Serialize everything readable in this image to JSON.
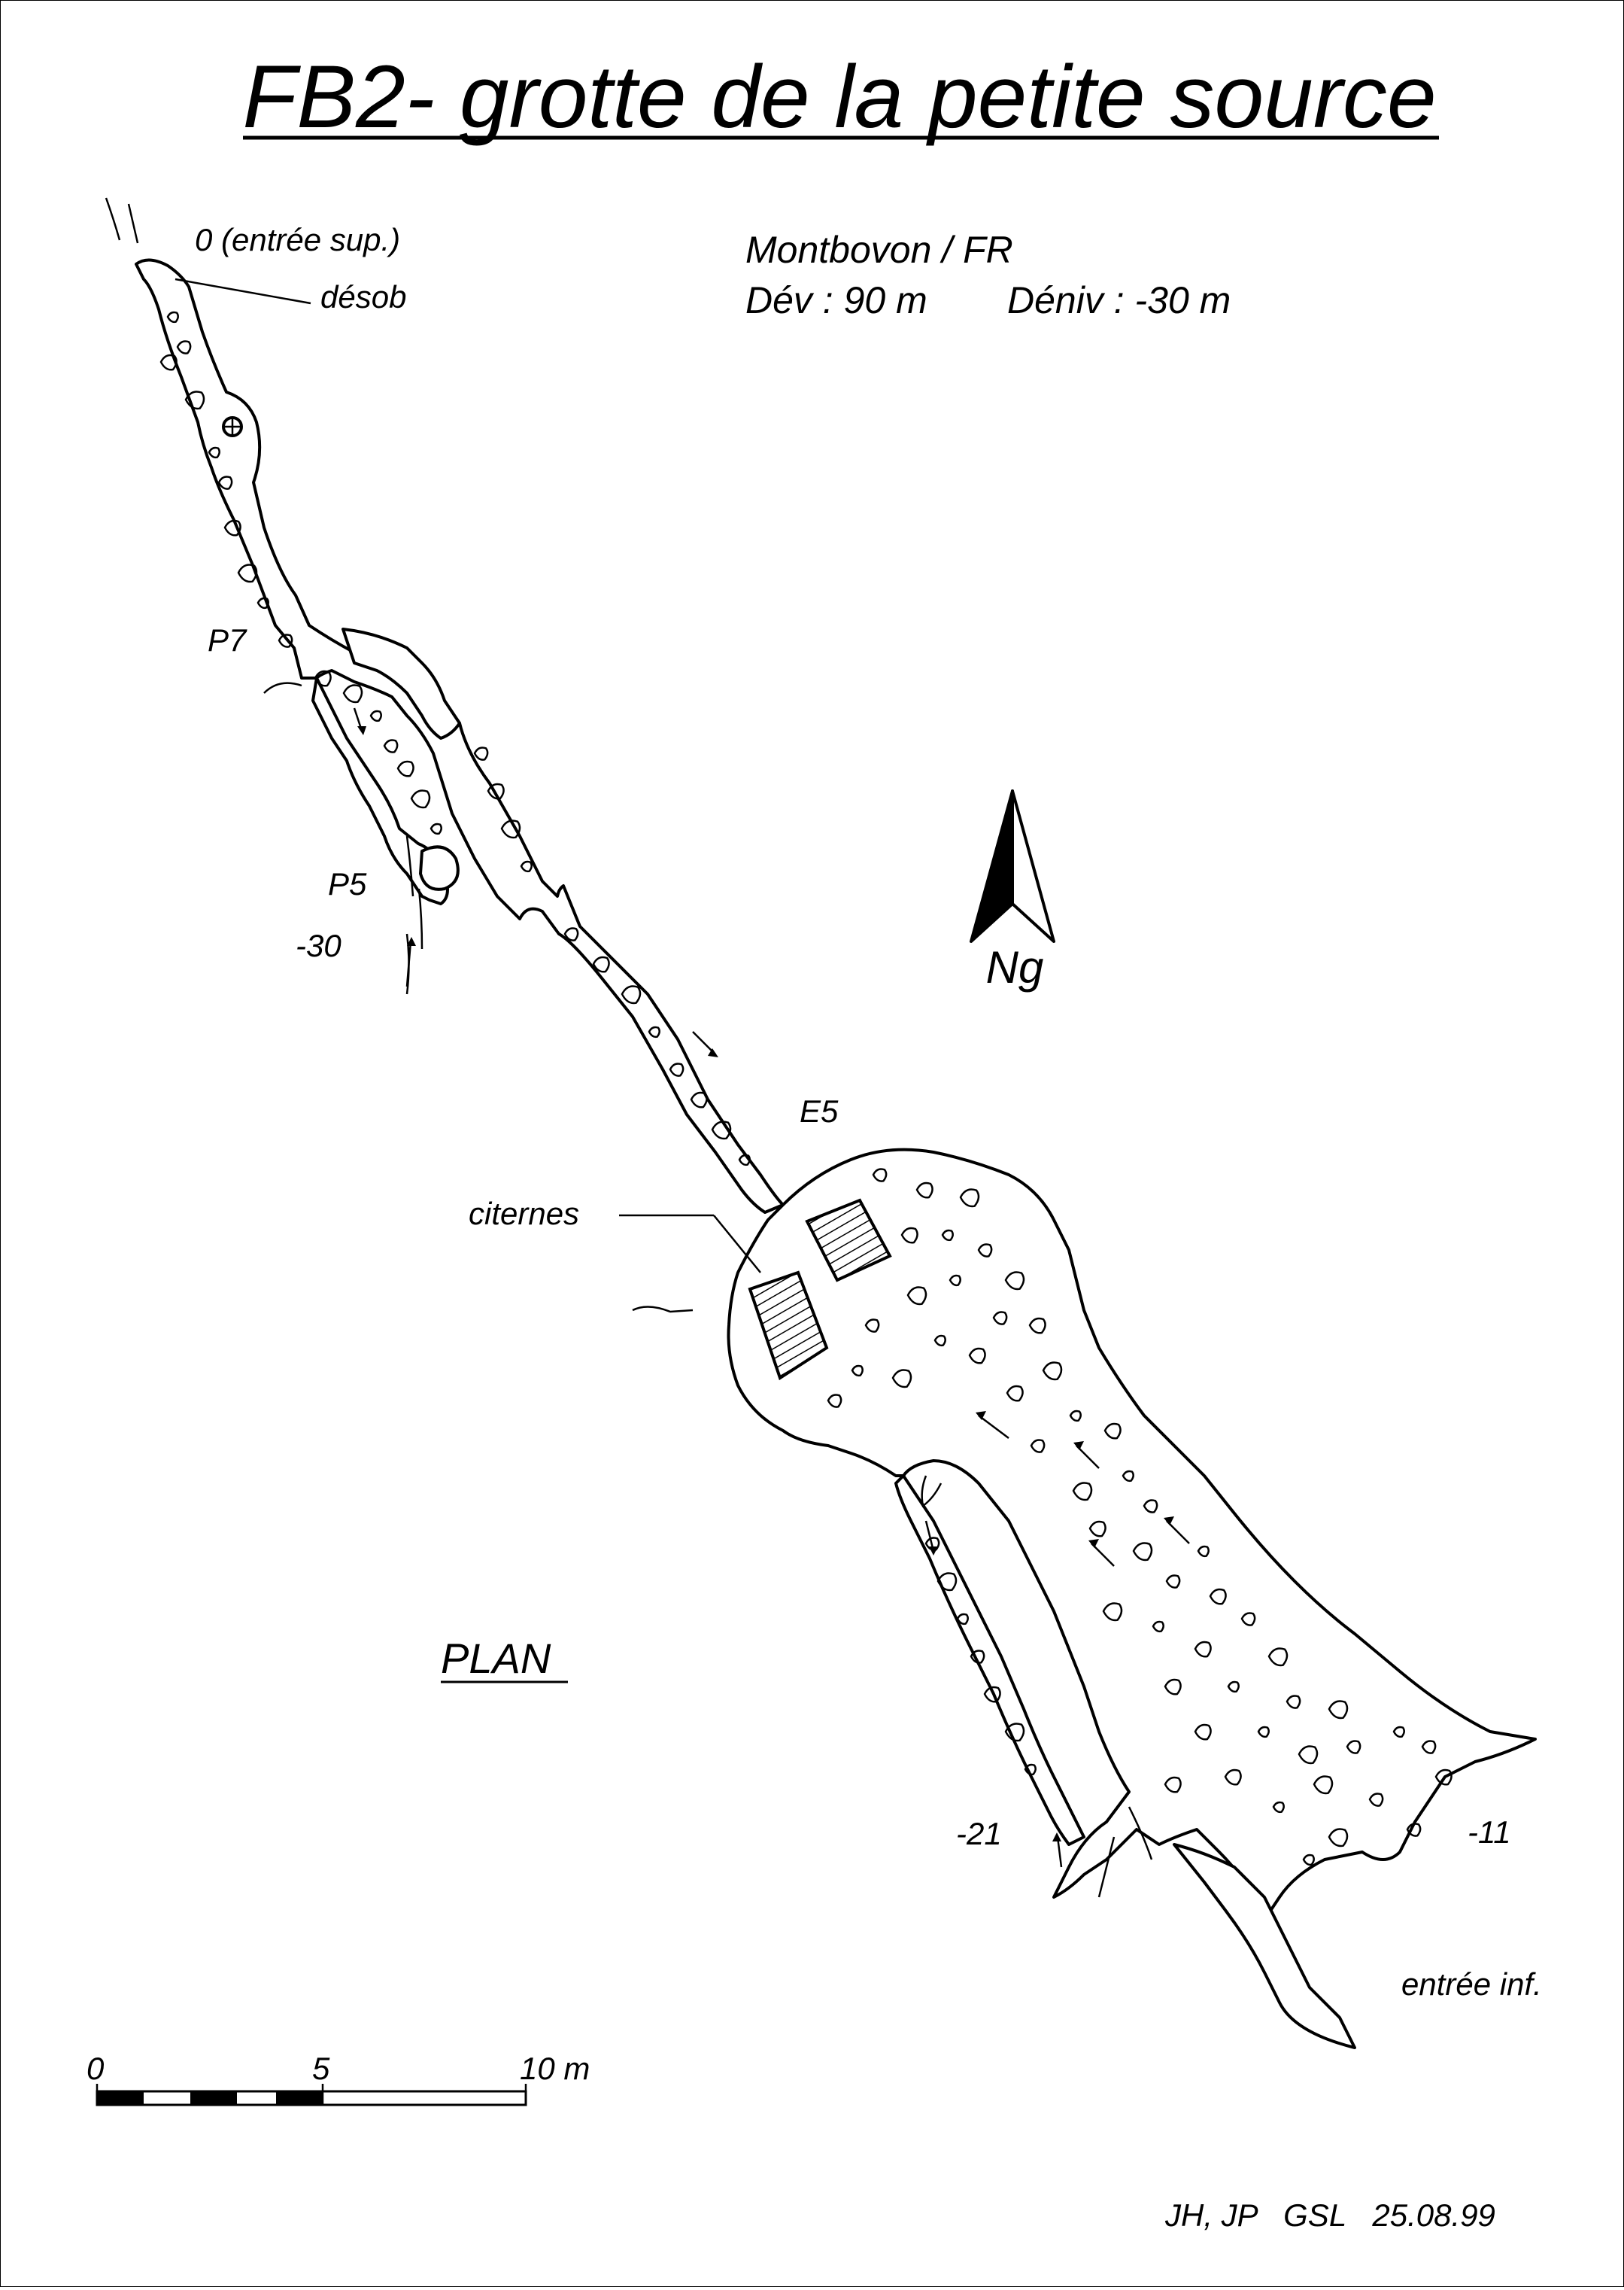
{
  "map": {
    "title": "FB2- grotte de la petite source",
    "location": "Montbovon / FR",
    "development": "Dév : 90 m",
    "depth": "Déniv : -30 m",
    "view_label": "PLAN",
    "credits": "JH, JP   GSL   25.08.99",
    "north": {
      "label": "Ng"
    },
    "labels": {
      "entree_sup": "0 (entrée sup.)",
      "desob": "désob",
      "p7": "P7",
      "p5": "P5",
      "depth_30": "-30",
      "e5": "E5",
      "citernes": "citernes",
      "depth_21": "-21",
      "depth_11": "-11",
      "entree_inf": "entrée inf."
    },
    "scale": {
      "label_0": "0",
      "label_5": "5",
      "label_10": "10 m"
    }
  }
}
